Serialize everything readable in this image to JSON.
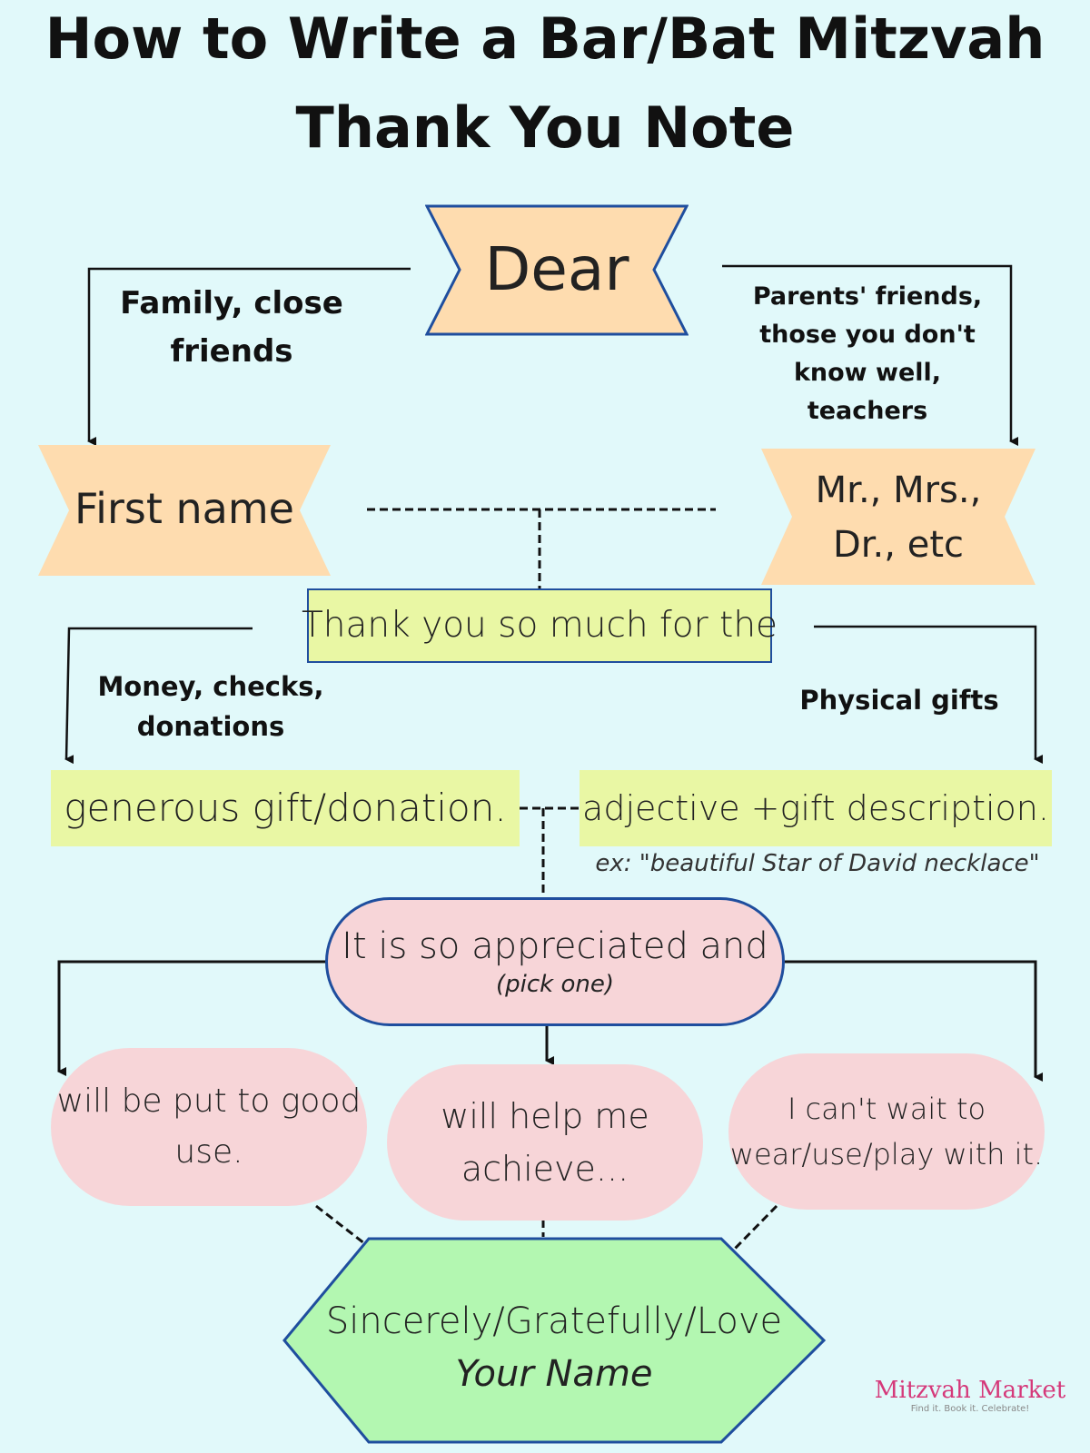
{
  "title": {
    "line1": "How to Write a Bar/Bat Mitzvah",
    "line2": "Thank You Note"
  },
  "greeting": {
    "dear": "Dear",
    "left_label_1": "Family, close",
    "left_label_2": "friends",
    "right_label_1": "Parents' friends,",
    "right_label_2": "those you don't",
    "right_label_3": "know well,",
    "right_label_4": "teachers",
    "first_name": "First name",
    "formal_1": "Mr., Mrs.,",
    "formal_2": "Dr., etc"
  },
  "thanks": {
    "sentence": "Thank you so much for the",
    "left_label_1": "Money, checks,",
    "left_label_2": "donations",
    "right_label": "Physical gifts",
    "money_option": "generous gift/donation.",
    "gift_option": "adjective +gift description.",
    "gift_example": "ex: \"beautiful Star of David necklace\""
  },
  "appreciation": {
    "sentence": "It is so appreciated and",
    "hint": "(pick one)",
    "option1_line1": "will be put to good",
    "option1_line2": "use.",
    "option2_line1": "will help me",
    "option2_line2": "achieve...",
    "option3_line1": "I can't wait to",
    "option3_line2": "wear/use/play with it."
  },
  "closing": {
    "line1": "Sincerely/Gratefully/Love",
    "line2": "Your Name"
  },
  "brand": {
    "name": "Mitzvah Market",
    "tagline": "Find it. Book it. Celebrate!"
  },
  "colors": {
    "background": "#e1f9fa",
    "peach": "#fedcaf",
    "yellow_green": "#e9f7a4",
    "pink": "#f7d5d8",
    "green": "#b3f7b1",
    "outline_blue": "#1f4e9e",
    "brand_pink": "#d5397a"
  }
}
